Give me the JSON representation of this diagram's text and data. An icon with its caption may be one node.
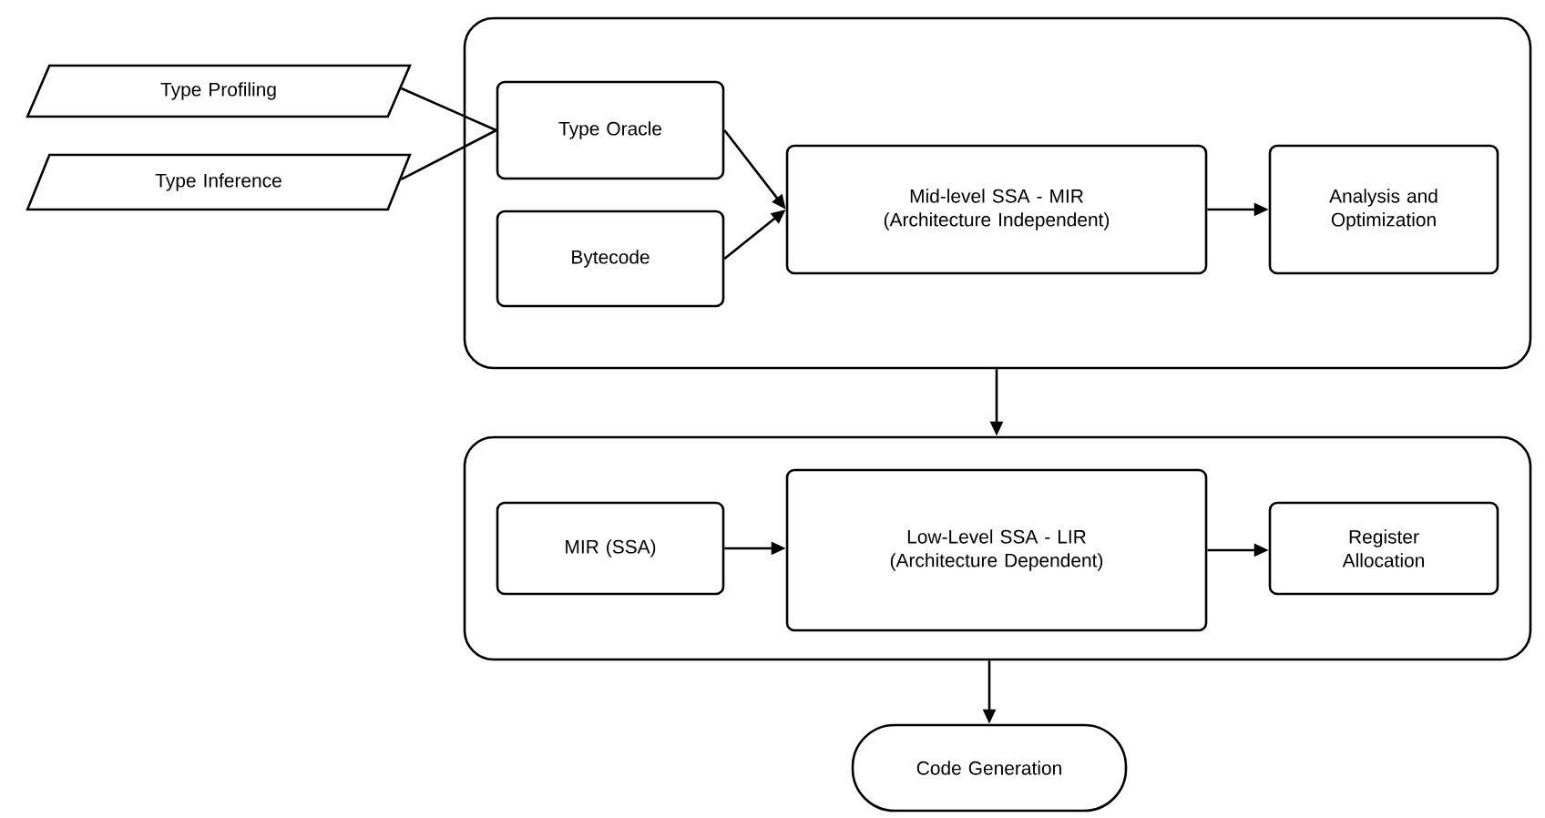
{
  "diagram": {
    "nodes": [
      {
        "text": [
          "Type Profiling"
        ]
      },
      {
        "text": [
          "Type Inference"
        ]
      },
      {
        "text": [],
        "shape": "box"
      },
      {
        "text": [
          "Type Oracle"
        ],
        "in": 2
      },
      {
        "text": [
          "Bytecode"
        ],
        "in": 2
      },
      {
        "text": [
          "Mid-level SSA - MIR (Architecture Independent)"
        ],
        "in": 2
      },
      {
        "text": [
          "Analysis and Optimization"
        ],
        "in": 2
      },
      {
        "text": [],
        "shape": "box"
      },
      {
        "text": [
          "MIR (SSA)"
        ],
        "in": 7
      },
      {
        "text": [
          "Low-Level SSA - LIR (Architecture Dependent)"
        ],
        "in": 7
      },
      {
        "text": [
          "Register Allocation"
        ],
        "in": 7
      },
      {
        "text": [
          "Code Generation"
        ]
      }
    ],
    "edges": [
      {
        "from": 0,
        "to": 3,
        "arrow": "none"
      },
      {
        "from": 1,
        "to": 3,
        "arrow": "none"
      },
      {
        "from": 3,
        "to": 5,
        "arrow": "to"
      },
      {
        "from": 4,
        "to": 5,
        "arrow": "to"
      },
      {
        "from": 5,
        "to": 6,
        "arrow": "to"
      },
      {
        "from": 2,
        "to": 7,
        "arrow": "to"
      },
      {
        "from": 8,
        "to": 9,
        "arrow": "to"
      },
      {
        "from": 9,
        "to": 10,
        "arrow": "to"
      },
      {
        "from": 7,
        "to": 11,
        "arrow": "to"
      }
    ]
  }
}
